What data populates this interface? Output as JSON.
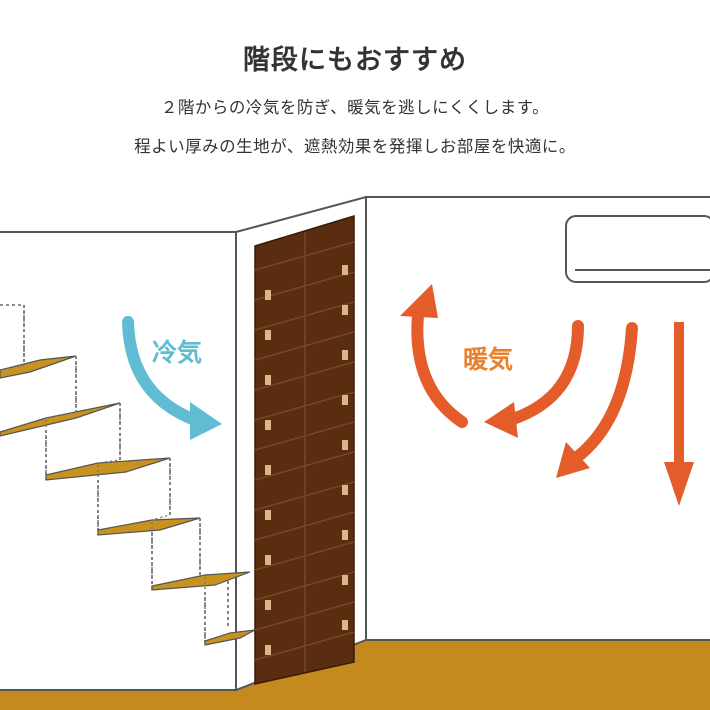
{
  "heading": "階段にもおすすめ",
  "description": [
    "２階からの冷気を防ぎ、暖気を逃しにくくします。",
    "程よい厚みの生地が、遮熱効果を発揮しお部屋を快適に。"
  ],
  "labels": {
    "cold_air": "冷気",
    "warm_air": "暖気"
  },
  "colors": {
    "cold_air": "#5fbcd3",
    "warm_air": "#e45c2a",
    "curtain": "#5a2c10",
    "floor": "#c48a1e",
    "stair_tread": "#c8921e"
  }
}
